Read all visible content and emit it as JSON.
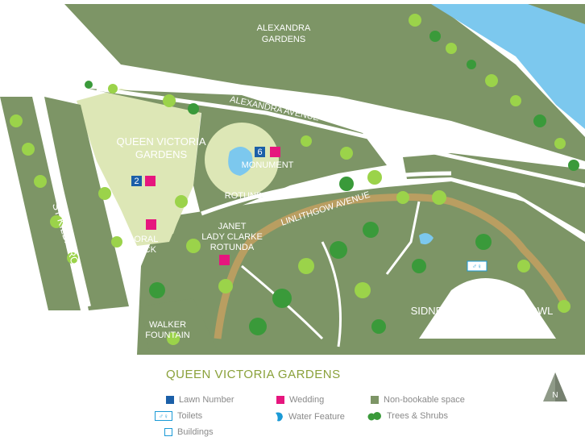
{
  "map": {
    "labels": {
      "alexandra_gardens": [
        "ALEXANDRA",
        "GARDENS"
      ],
      "alexandra_avenue": "ALEXANDRA AVENUE",
      "queen_victoria_gardens": [
        "QUEEN VICTORIA",
        "GARDENS"
      ],
      "monument": "MONUMENT",
      "rotunda": "ROTUNDA",
      "linlithgow_avenue": "LINLITHGOW AVENUE",
      "st_kilda_road": "ST KILDA ROAD",
      "floral_clock": [
        "FLORAL",
        "CLOCK"
      ],
      "janet_lady_clarke_rotunda": [
        "JANET",
        "LADY CLARKE",
        "ROTUNDA"
      ],
      "sidney_myer_music_bowl": "SIDNEY MYER MUSIC BOWL",
      "walker_fountain": [
        "WALKER",
        "FOUNTAIN"
      ]
    },
    "lawn_numbers": [
      "2",
      "6"
    ]
  },
  "legend": {
    "title": "QUEEN VICTORIA GARDENS",
    "items": {
      "lawn_number": "Lawn Number",
      "wedding": "Wedding",
      "non_bookable": "Non-bookable space",
      "toilets": "Toilets",
      "water_feature": "Water Feature",
      "trees_shrubs": "Trees & Shrubs",
      "buildings": "Buildings"
    }
  },
  "compass": {
    "label": "N"
  },
  "colors": {
    "park_dark": "#7d9566",
    "lawn_light": "#dde7b6",
    "path": "#ffffff",
    "river": "#7cc8ee",
    "tree": "#3a9a3a",
    "tree_light": "#9bd34a",
    "wedding": "#e6167e",
    "lawn_number": "#1b5fa8",
    "track": "#c8a060"
  }
}
